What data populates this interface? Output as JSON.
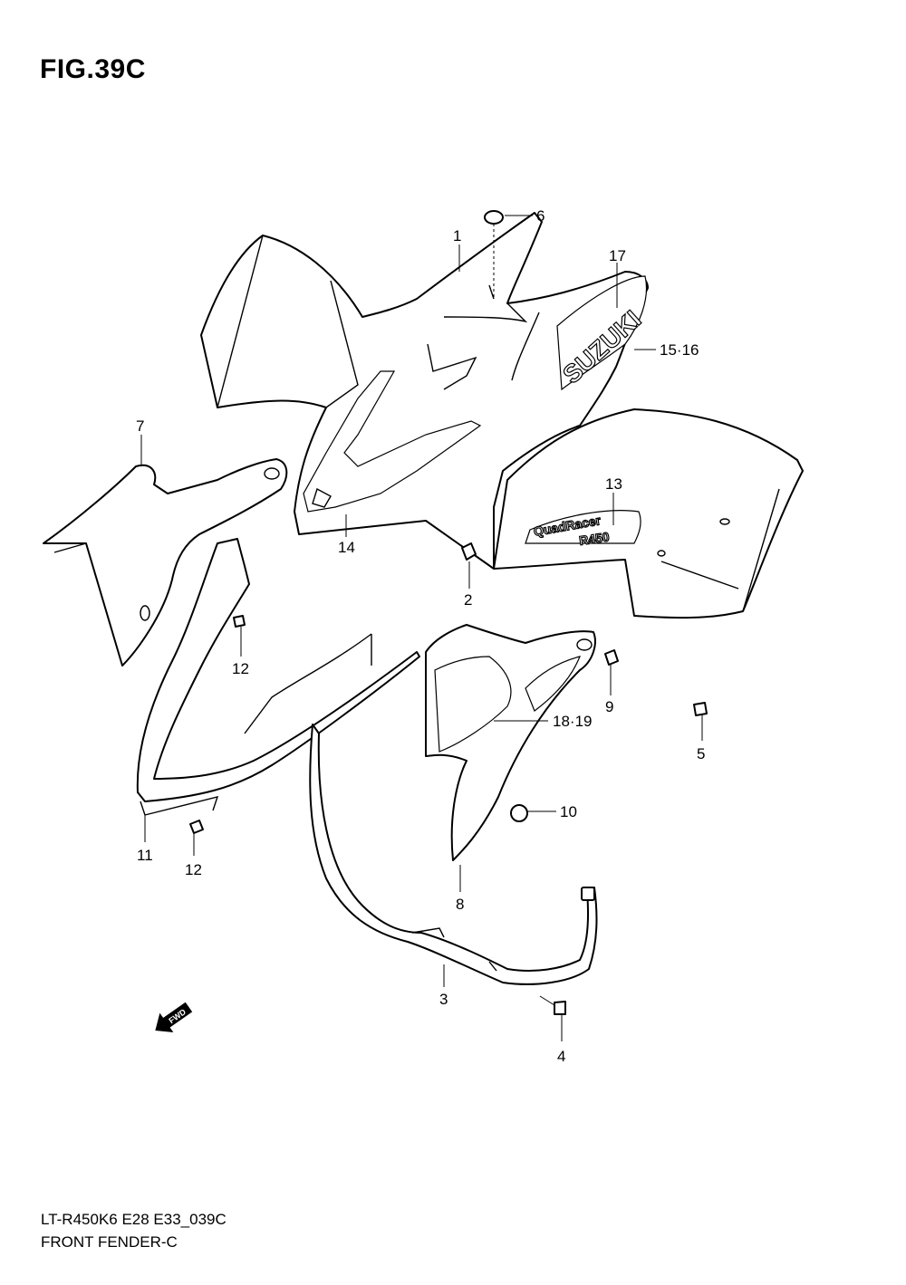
{
  "figure": {
    "title": "FIG.39C",
    "code": "LT-R450K6 E28 E33_039C",
    "name": "FRONT FENDER-C"
  },
  "callouts": {
    "c1": "1",
    "c2": "2",
    "c3": "3",
    "c4": "4",
    "c5": "5",
    "c6": "6",
    "c7": "7",
    "c8": "8",
    "c9": "9",
    "c10": "10",
    "c11": "11",
    "c12a": "12",
    "c12b": "12",
    "c13": "13",
    "c14": "14",
    "c15_16": "15·16",
    "c17": "17",
    "c18_19": "18·19"
  },
  "decals": {
    "brand": "SUZUKI",
    "model_line1": "QuadRacer",
    "model_line2": "R450"
  },
  "fwd_label": "FWD"
}
